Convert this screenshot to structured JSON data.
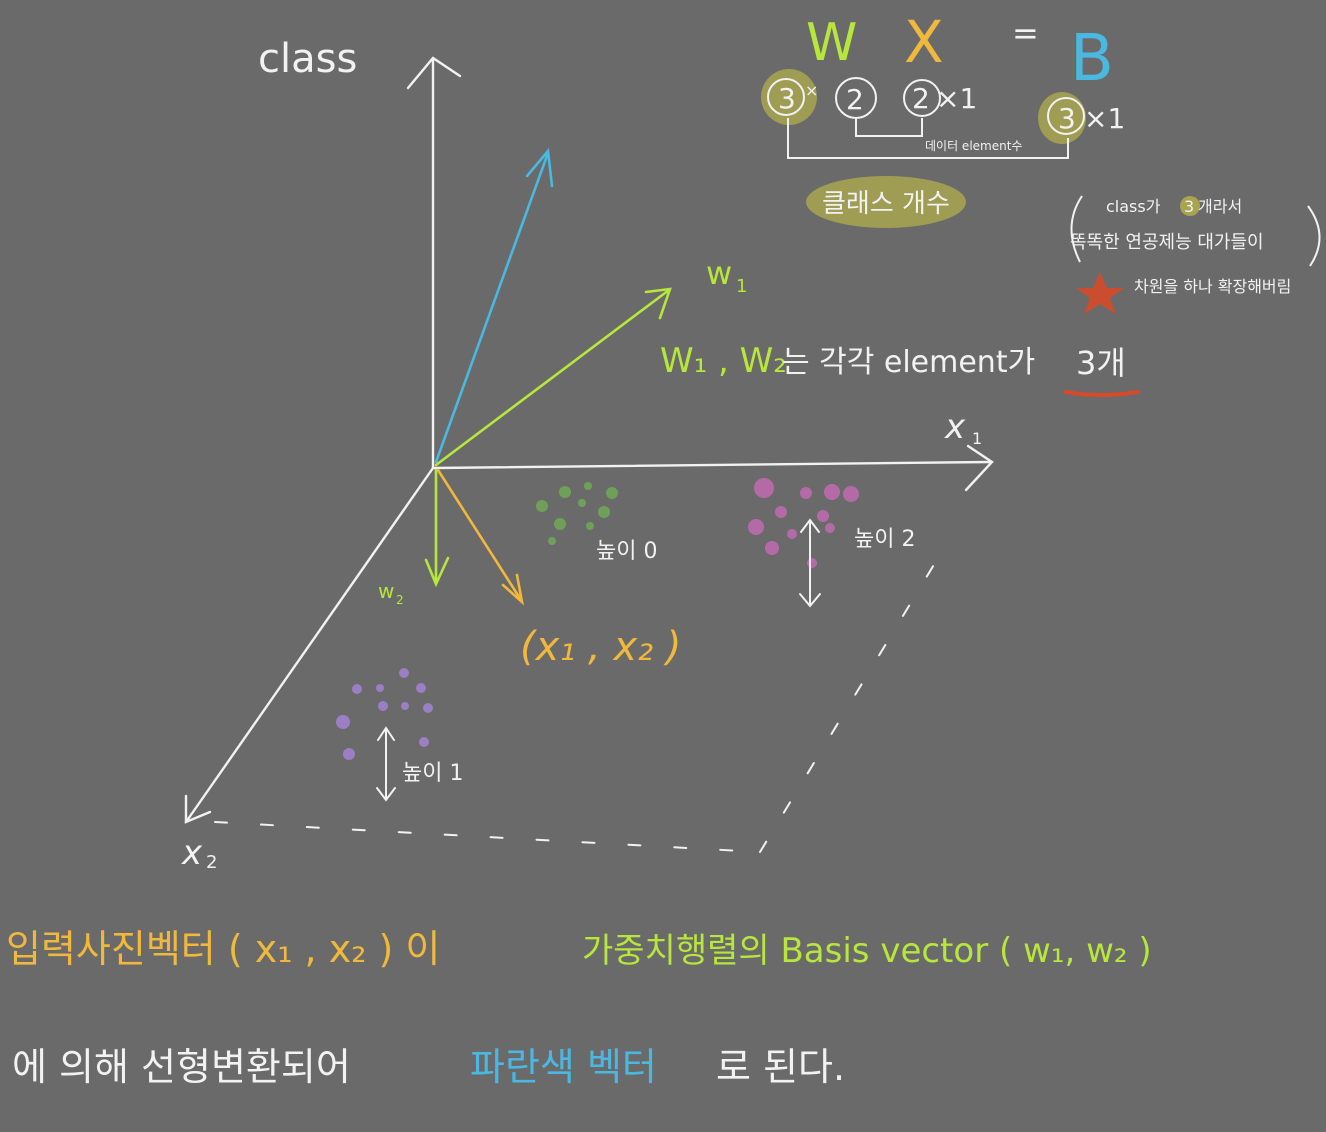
{
  "colors": {
    "background": "#6a6a6a",
    "white": "#f2f2f2",
    "yellow": "#f0b83c",
    "lime": "#b7e63c",
    "blue": "#4ab8e0",
    "green_dots": "#6fa05a",
    "magenta_dots": "#b56aa8",
    "purple_dots": "#9b7fc4",
    "olive_highlight": "#a8a450",
    "red": "#d64a2a"
  },
  "equation": {
    "W": "W",
    "X": "X",
    "equals": "=",
    "B": "B",
    "w_rows": "3",
    "w_times": "×",
    "w_cols": "2",
    "x_rows": "2",
    "x_cols_suffix": "×1",
    "b_rows": "3",
    "b_cols_suffix": "×1",
    "data_element_count_label": "데이터 element수",
    "class_count_label": "클래스  개수"
  },
  "side_note": {
    "line1_prefix": "class가",
    "line1_num": "3",
    "line1_suffix": "개라서",
    "line2": "똑똑한 연공제능 대가들이",
    "line3": "차원을 하나 확장해버림"
  },
  "axes": {
    "class_label": "class",
    "x1_label": "x",
    "x1_sub": "1",
    "x2_label": "x",
    "x2_sub": "2"
  },
  "vectors": {
    "w1_label": "w",
    "w1_sub": "1",
    "w2_label": "w",
    "w2_sub": "2",
    "input_vector_label": "(x₁ , x₂ )"
  },
  "note": {
    "w1_w2_label": "W₁ , W₂",
    "suffix": "는  각각  element가",
    "count": "3개"
  },
  "clusters": {
    "green_label": "높이 0",
    "magenta_label": "높이 2",
    "purple_label": "높이 1"
  },
  "caption": {
    "line1_part1": "입력사진벡터 ( x₁ , x₂ ) 이",
    "line1_part2": "가중치행렬의  Basis vector ( w₁, w₂ )",
    "line2_part1": "에  의해  선형변환되어",
    "line2_part2": "파란색  벡터",
    "line2_part3": "로  된다."
  }
}
